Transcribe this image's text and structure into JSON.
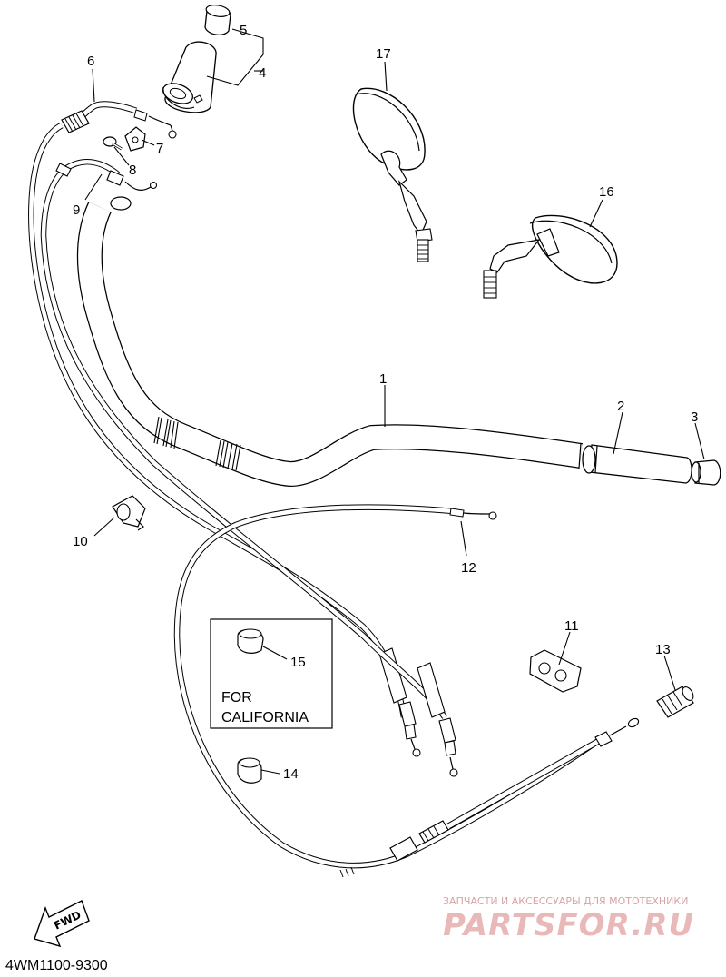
{
  "callouts": [
    {
      "id": "1",
      "text": "1"
    },
    {
      "id": "2",
      "text": "2"
    },
    {
      "id": "3",
      "text": "3"
    },
    {
      "id": "4",
      "text": "4"
    },
    {
      "id": "5",
      "text": "5"
    },
    {
      "id": "6",
      "text": "6"
    },
    {
      "id": "7",
      "text": "7"
    },
    {
      "id": "8",
      "text": "8"
    },
    {
      "id": "9",
      "text": "9"
    },
    {
      "id": "10",
      "text": "10"
    },
    {
      "id": "11",
      "text": "11"
    },
    {
      "id": "12",
      "text": "12"
    },
    {
      "id": "13",
      "text": "13"
    },
    {
      "id": "14",
      "text": "14"
    },
    {
      "id": "15",
      "text": "15"
    },
    {
      "id": "16",
      "text": "16"
    },
    {
      "id": "17",
      "text": "17"
    }
  ],
  "california_box": {
    "line1": "FOR",
    "line2": "CALIFORNIA"
  },
  "fwd_arrow": {
    "text": "FWD"
  },
  "diagram_code": "4WM1100-9300",
  "watermark": {
    "tagline": "ЗАПЧАСТИ И АКСЕССУАРЫ ДЛЯ МОТОТЕХНИКИ",
    "brand": "PARTSFOR.RU"
  }
}
